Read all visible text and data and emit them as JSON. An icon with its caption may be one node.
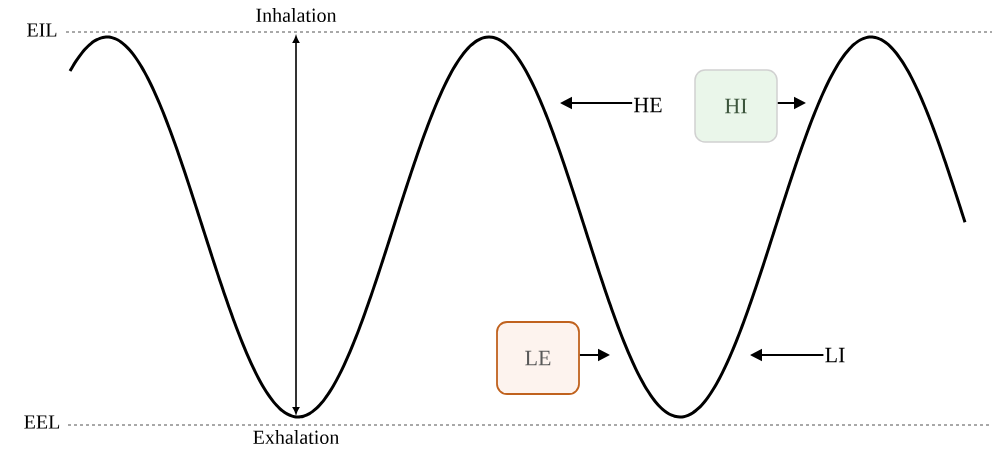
{
  "diagram": {
    "nodes": [
      {
        "text": [
          "HE"
        ]
      },
      {
        "text": [
          "HI"
        ]
      },
      {
        "text": [
          "LE"
        ]
      },
      {
        "text": [
          "LI"
        ]
      }
    ],
    "edges": [
      {
        "from": 0,
        "to": null,
        "arrow": "to"
      },
      {
        "from": 1,
        "to": null,
        "arrow": "to"
      },
      {
        "from": 2,
        "to": null,
        "arrow": "to"
      },
      {
        "from": 3,
        "to": null,
        "arrow": "to"
      }
    ],
    "labels": [
      "Inhalation",
      "EIL",
      "EEL",
      "Exhalation"
    ]
  }
}
